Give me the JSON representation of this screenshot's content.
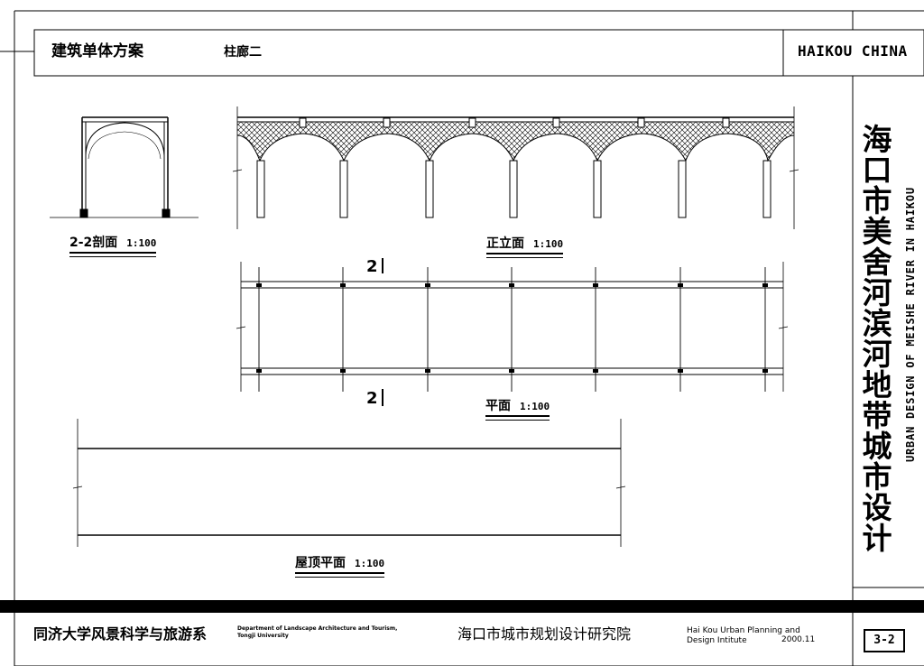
{
  "header": {
    "title": "建筑单体方案",
    "subtitle": "柱廊二",
    "city": "HAIKOU CHINA"
  },
  "side_panel": {
    "project_title_cn": "海口市美舍河滨河地带城市设计",
    "project_title_en": "URBAN DESIGN OF MEISHE RIVER IN HAIKOU"
  },
  "drawings": {
    "section": {
      "name": "2-2剖面",
      "scale": "1:100"
    },
    "elevation": {
      "name": "正立面",
      "scale": "1:100"
    },
    "plan": {
      "name": "平面",
      "scale": "1:100"
    },
    "roof_plan": {
      "name": "屋顶平面",
      "scale": "1:100"
    },
    "section_marker": "2"
  },
  "footer": {
    "university": "同济大学风景科学与旅游系",
    "department_en_line1": "Department of Landscape Architecture and Tourism,",
    "department_en_line2": "Tongji University",
    "institute_cn": "海口市城市规划设计研究院",
    "institute_en_line1": "Hai Kou Urban Planning and",
    "institute_en_line2": "Design Intitute",
    "date": "2000.11",
    "sheet_number": "3-2"
  }
}
